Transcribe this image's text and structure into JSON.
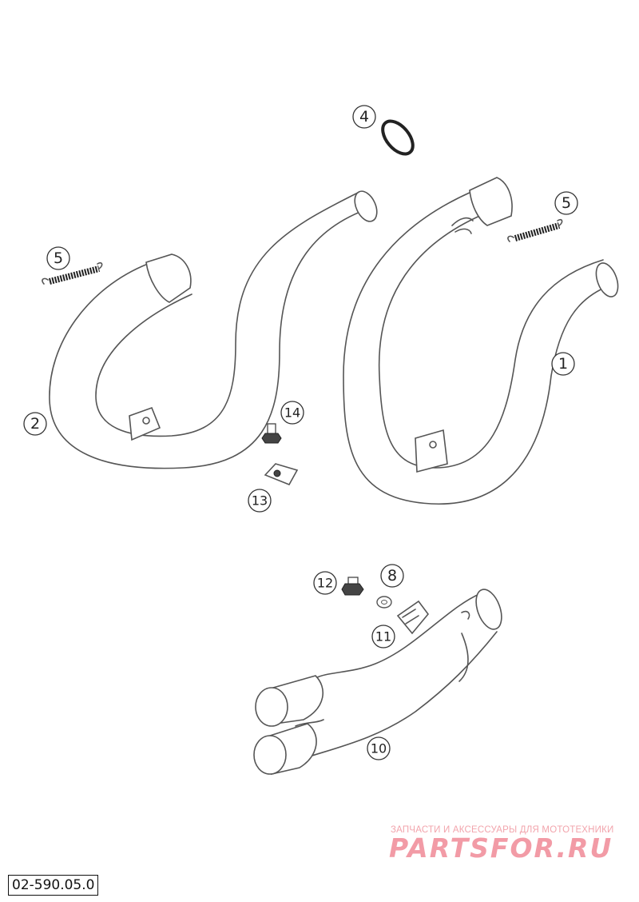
{
  "drawing_number": "02-590.05.0",
  "watermark": {
    "subtitle": "ЗАПЧАСТИ И АКСЕССУАРЫ ДЛЯ МОТОТЕХНИКИ",
    "logo_text": "PARTSFOR.RU",
    "color": "#f08a96"
  },
  "callouts": {
    "c1": "1",
    "c2": "2",
    "c4": "4",
    "c5a": "5",
    "c5b": "5",
    "c8": "8",
    "c10": "10",
    "c11": "11",
    "c12": "12",
    "c13": "13",
    "c14": "14"
  }
}
